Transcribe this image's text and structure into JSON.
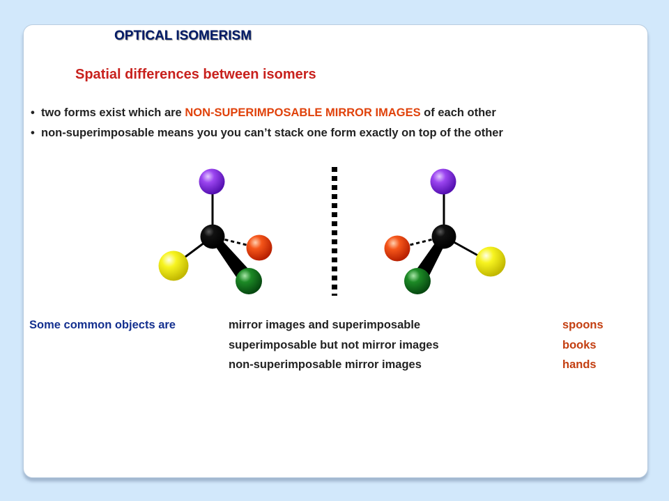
{
  "title": "OPTICAL ISOMERISM",
  "subtitle": "Spatial differences between isomers",
  "bullets": [
    {
      "before": "two forms exist which are ",
      "highlight": "NON-SUPERIMPOSABLE  MIRROR IMAGES",
      "after": " of each other"
    },
    {
      "text": "non-superimposable means you you can’t stack one form exactly on top of the other"
    }
  ],
  "bullet_symbol": "•",
  "objects": {
    "intro": "Some common objects are",
    "rows": [
      {
        "description": "mirror images and superimposable",
        "item": "spoons"
      },
      {
        "description": "superimposable but not mirror images",
        "item": "books"
      },
      {
        "description": "non-superimposable mirror images",
        "item": "hands"
      }
    ]
  },
  "colors": {
    "background": "#d2e8fb",
    "title": "#001a66",
    "subtitle": "#c8211d",
    "highlight": "#e0420b",
    "intro": "#14308f",
    "item": "#c33e10",
    "atom_center": "#000000",
    "atom_purple": "#7a1fe0",
    "atom_red": "#e83a10",
    "atom_yellow": "#f2ee10",
    "atom_green": "#0f7a1a"
  }
}
